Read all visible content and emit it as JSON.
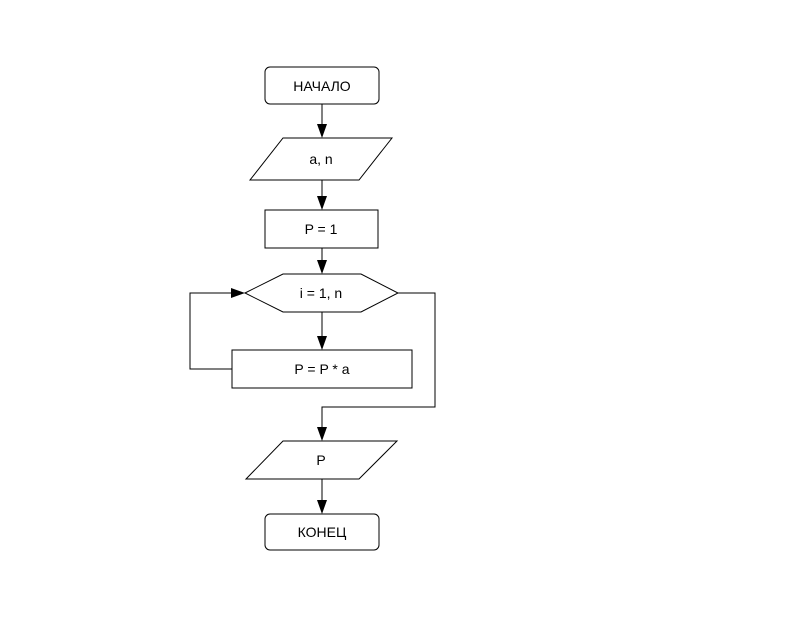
{
  "diagram": {
    "colors": {
      "stroke": "#000000",
      "fill": "#ffffff",
      "text": "#000000"
    },
    "nodes": [
      {
        "id": "start",
        "shape": "terminator",
        "label": "НАЧАЛО"
      },
      {
        "id": "input",
        "shape": "parallelogram",
        "label": "a, n"
      },
      {
        "id": "init",
        "shape": "process",
        "label": "P = 1"
      },
      {
        "id": "loop",
        "shape": "hexagon",
        "label": "i = 1, n"
      },
      {
        "id": "body",
        "shape": "process",
        "label": "P = P * a"
      },
      {
        "id": "output",
        "shape": "parallelogram",
        "label": "P"
      },
      {
        "id": "end",
        "shape": "terminator",
        "label": "КОНЕЦ"
      }
    ],
    "edges": [
      {
        "from": "start",
        "to": "input"
      },
      {
        "from": "input",
        "to": "init"
      },
      {
        "from": "init",
        "to": "loop"
      },
      {
        "from": "loop",
        "to": "body"
      },
      {
        "from": "body",
        "to": "loop"
      },
      {
        "from": "loop",
        "to": "output"
      },
      {
        "from": "output",
        "to": "end"
      }
    ]
  }
}
